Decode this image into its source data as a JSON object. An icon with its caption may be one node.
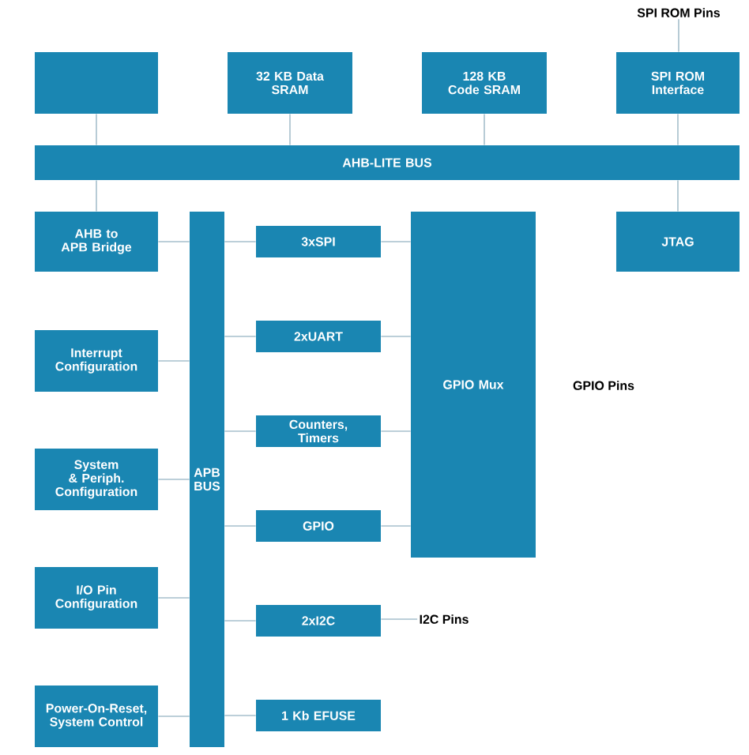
{
  "diagram": {
    "nodes": [
      {
        "text": [
          "SPI ROM Pins"
        ]
      },
      {
        "text": [],
        "shape": "box"
      },
      {
        "text": [
          "32 KB Data SRAM"
        ]
      },
      {
        "text": [
          "128 KB Code SRAM"
        ]
      },
      {
        "text": [
          "SPI ROM Interface"
        ]
      },
      {
        "text": [
          "AHB-LITE BUS"
        ]
      },
      {
        "text": [
          "AHB to APB Bridge"
        ]
      },
      {
        "text": [
          "APB BUS"
        ]
      },
      {
        "text": [
          "3xSPI"
        ]
      },
      {
        "text": [
          "GPIO Mux"
        ]
      },
      {
        "text": [
          "JTAG"
        ]
      },
      {
        "text": [
          "Interrupt Configuration"
        ]
      },
      {
        "text": [
          "2xUART"
        ]
      },
      {
        "text": [
          "Counters, Timers"
        ]
      },
      {
        "text": [
          "System & Periph. Configuration"
        ]
      },
      {
        "text": [
          "GPIO"
        ]
      },
      {
        "text": [
          "I/O Pin Configuration"
        ]
      },
      {
        "text": [
          "2xI2C"
        ]
      },
      {
        "text": [
          "I2C Pins"
        ]
      },
      {
        "text": [
          "Power-On-Reset, System Control"
        ]
      },
      {
        "text": [
          "1 Kb EFUSE"
        ]
      }
    ],
    "edges": [
      {
        "from": 0,
        "to": 4,
        "arrow": "none"
      },
      {
        "from": 1,
        "to": 5,
        "arrow": "none"
      },
      {
        "from": 2,
        "to": 5,
        "arrow": "none"
      },
      {
        "from": 3,
        "to": 5,
        "arrow": "none"
      },
      {
        "from": 4,
        "to": 5,
        "arrow": "none"
      },
      {
        "from": 5,
        "to": 6,
        "arrow": "none"
      },
      {
        "from": 5,
        "to": 10,
        "arrow": "none"
      },
      {
        "from": 6,
        "to": 7,
        "arrow": "none"
      },
      {
        "from": 7,
        "to": 8,
        "arrow": "none"
      },
      {
        "from": 8,
        "to": 9,
        "arrow": "none"
      },
      {
        "from": 11,
        "to": 7,
        "arrow": "none"
      },
      {
        "from": 7,
        "to": 12,
        "arrow": "none"
      },
      {
        "from": 12,
        "to": 9,
        "arrow": "none"
      },
      {
        "from": 7,
        "to": 13,
        "arrow": "none"
      },
      {
        "from": 13,
        "to": 9,
        "arrow": "none"
      },
      {
        "from": 14,
        "to": 7,
        "arrow": "none"
      },
      {
        "from": 7,
        "to": 15,
        "arrow": "none"
      },
      {
        "from": 15,
        "to": 9,
        "arrow": "none"
      },
      {
        "from": 16,
        "to": 7,
        "arrow": "none"
      },
      {
        "from": 7,
        "to": 17,
        "arrow": "none"
      },
      {
        "from": 17,
        "to": 18,
        "arrow": "none"
      },
      {
        "from": 19,
        "to": 7,
        "arrow": "none"
      },
      {
        "from": 7,
        "to": 20,
        "arrow": "none"
      }
    ],
    "labels": [
      "GPIO Pins"
    ]
  }
}
